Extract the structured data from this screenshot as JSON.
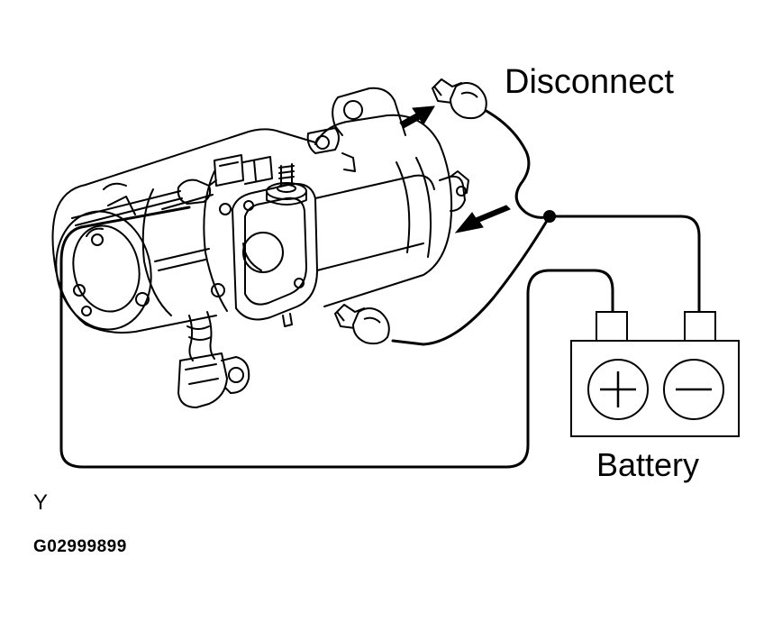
{
  "labels": {
    "disconnect": "Disconnect",
    "battery": "Battery",
    "view_letter": "Y",
    "figure_code": "G02999899"
  },
  "battery": {
    "positive_symbol": "+",
    "negative_symbol": "−"
  },
  "icons": [
    "starter-motor-icon",
    "arrow-icon",
    "plug-connector-icon",
    "battery-icon"
  ],
  "colors": {
    "line": "#000000",
    "background": "#ffffff"
  }
}
